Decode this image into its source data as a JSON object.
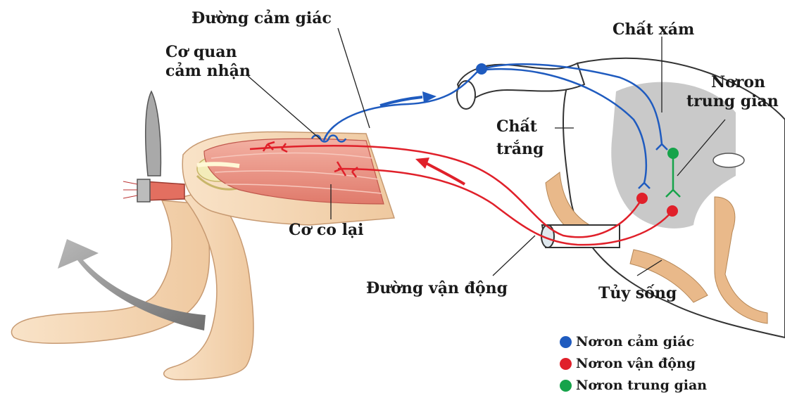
{
  "labels": {
    "sensory_path": "Đường cảm giác",
    "receptor_line1": "Cơ quan",
    "receptor_line2": "cảm nhận",
    "gray_matter": "Chất xám",
    "interneuron_line1": "Nơron",
    "interneuron_line2": "trung gian",
    "white_matter_line1": "Chất",
    "white_matter_line2": "trắng",
    "contracting_muscle": "Cơ co lại",
    "motor_path": "Đường vận động",
    "spinal_cord": "Tủy sống"
  },
  "legend": [
    {
      "label": "Nơron cảm giác",
      "color": "#1f5bbf",
      "icon": "blue-dot-icon"
    },
    {
      "label": "Nơron vận động",
      "color": "#e0202a",
      "icon": "red-dot-icon"
    },
    {
      "label": "Nơron trung gian",
      "color": "#16a34a",
      "icon": "green-dot-icon"
    }
  ],
  "colors": {
    "sensory": "#1f5bbf",
    "motor": "#e0202a",
    "interneuron": "#16a34a",
    "gray_matter": "#c8c8c8",
    "skin": "#f6d8b6",
    "muscle": "#e8877a",
    "arrow_gray": "#8e8e8e"
  }
}
